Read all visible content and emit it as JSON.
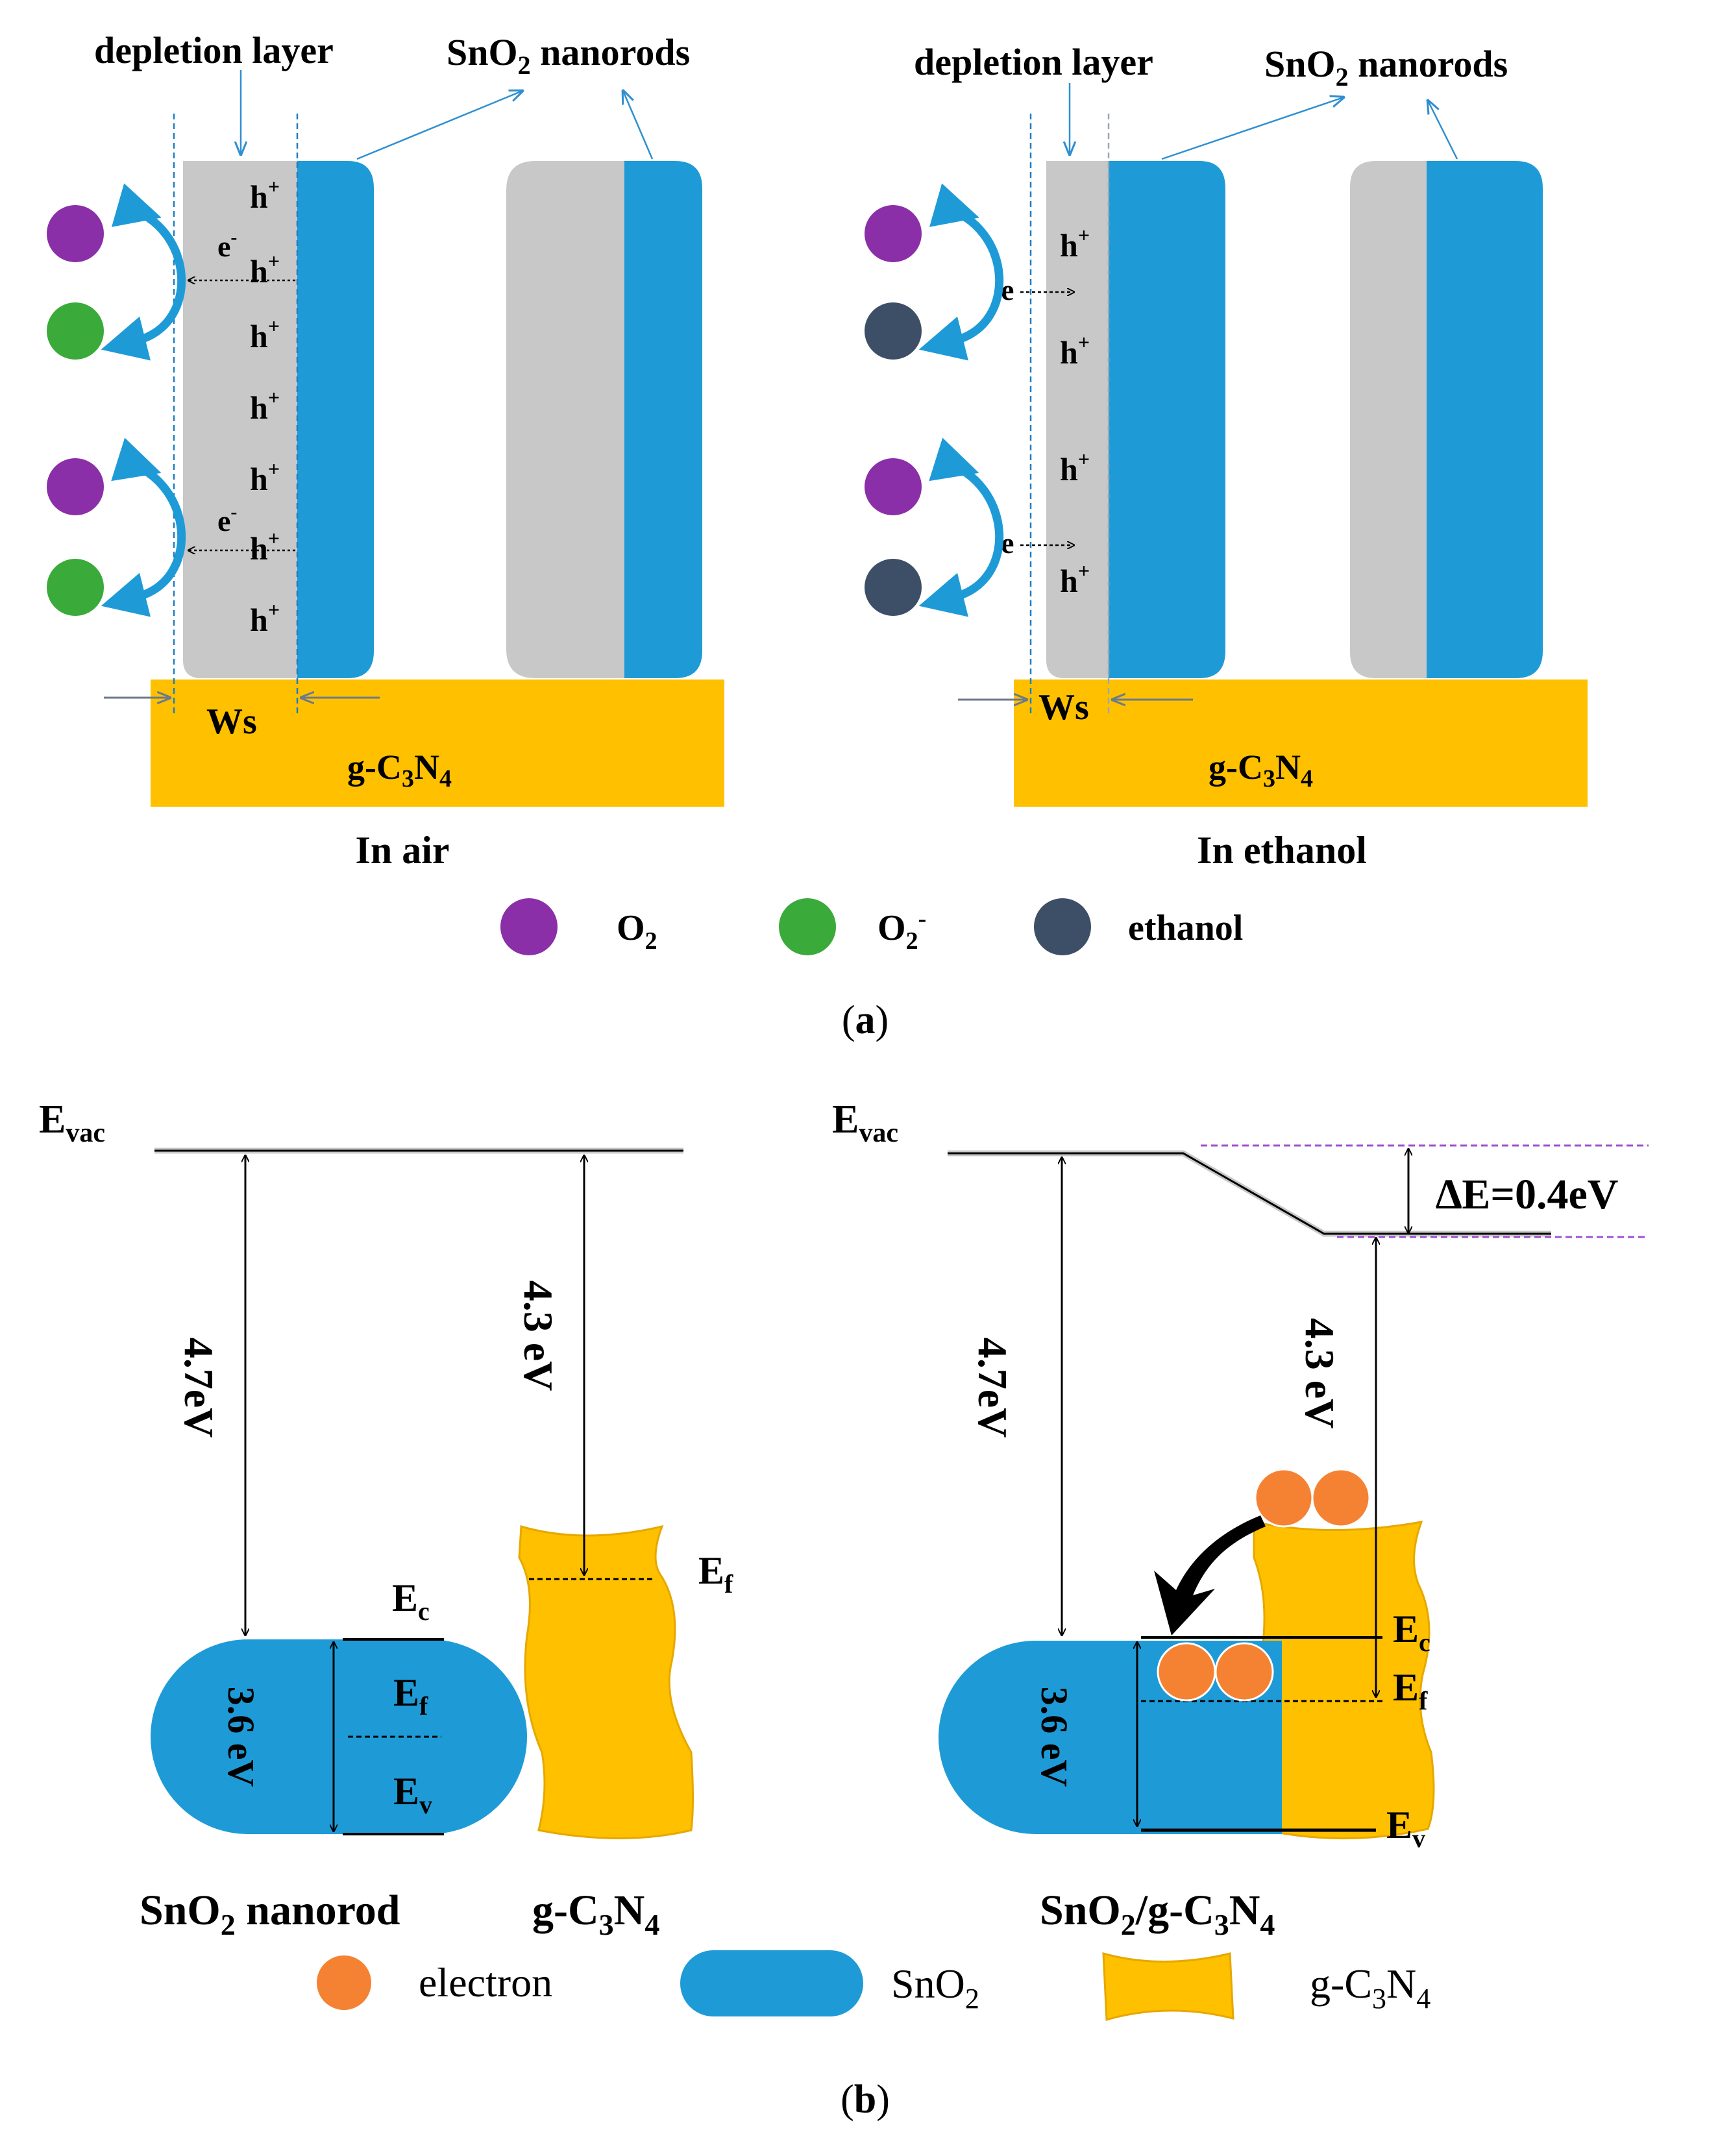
{
  "panel_a": {
    "left": {
      "depletion_label": "depletion layer",
      "nanorods_label": [
        "SnO",
        "2",
        " nanorods"
      ],
      "hole": [
        "h",
        "+"
      ],
      "electron": [
        "e",
        "-"
      ],
      "ws": "Ws",
      "substrate": [
        "g-C",
        "3",
        "N",
        "4"
      ],
      "caption": "In air"
    },
    "right": {
      "depletion_label": "depletion layer",
      "nanorods_label": [
        "SnO",
        "2",
        " nanorods"
      ],
      "hole": [
        "h",
        "+"
      ],
      "electron": "e",
      "ws": "Ws",
      "substrate": [
        "g-C",
        "3",
        "N",
        "4"
      ],
      "caption": "In ethanol"
    },
    "legend": {
      "o2": [
        "O",
        "2"
      ],
      "o2_minus": [
        "O",
        "2",
        "-"
      ],
      "ethanol": "ethanol"
    },
    "panel_label": [
      "(",
      "a",
      ")"
    ],
    "colors": {
      "o2": "#8a2fa8",
      "o2_minus": "#3aaa3a",
      "ethanol": "#3d4f66",
      "sno2": "#1e9bd7",
      "depletion": "#c8c8c8",
      "substrate": "#ffc000"
    }
  },
  "panel_b": {
    "left": {
      "evac": [
        "E",
        "vac"
      ],
      "gap_sno2": "4.7eV",
      "gap_gcn": "4.3 eV",
      "band_gap": "3.6 eV",
      "ec": [
        "E",
        "c"
      ],
      "ef_sno2": [
        "E",
        "f"
      ],
      "ev": [
        "E",
        "v"
      ],
      "ef_gcn": [
        "E",
        "f"
      ],
      "label_sno2": [
        "SnO",
        "2",
        " nanorod"
      ],
      "label_gcn": [
        "g-C",
        "3",
        "N",
        "4"
      ]
    },
    "right": {
      "evac": [
        "E",
        "vac"
      ],
      "delta_e": "∆E=0.4eV",
      "gap_sno2": "4.7eV",
      "gap_gcn": "4.3 eV",
      "band_gap": "3.6 eV",
      "ec": [
        "E",
        "c"
      ],
      "ef": [
        "E",
        "f"
      ],
      "ev": [
        "E",
        "v"
      ],
      "label": [
        "SnO",
        "2",
        "/g-C",
        "3",
        "N",
        "4"
      ]
    },
    "legend": {
      "electron": "electron",
      "sno2": [
        "SnO",
        "2"
      ],
      "gcn": [
        "g-C",
        "3",
        "N",
        "4"
      ]
    },
    "panel_label": [
      "(",
      "b",
      ")"
    ],
    "colors": {
      "electron": "#f58232",
      "sno2": "#1e9bd7",
      "gcn": "#ffc000"
    }
  }
}
